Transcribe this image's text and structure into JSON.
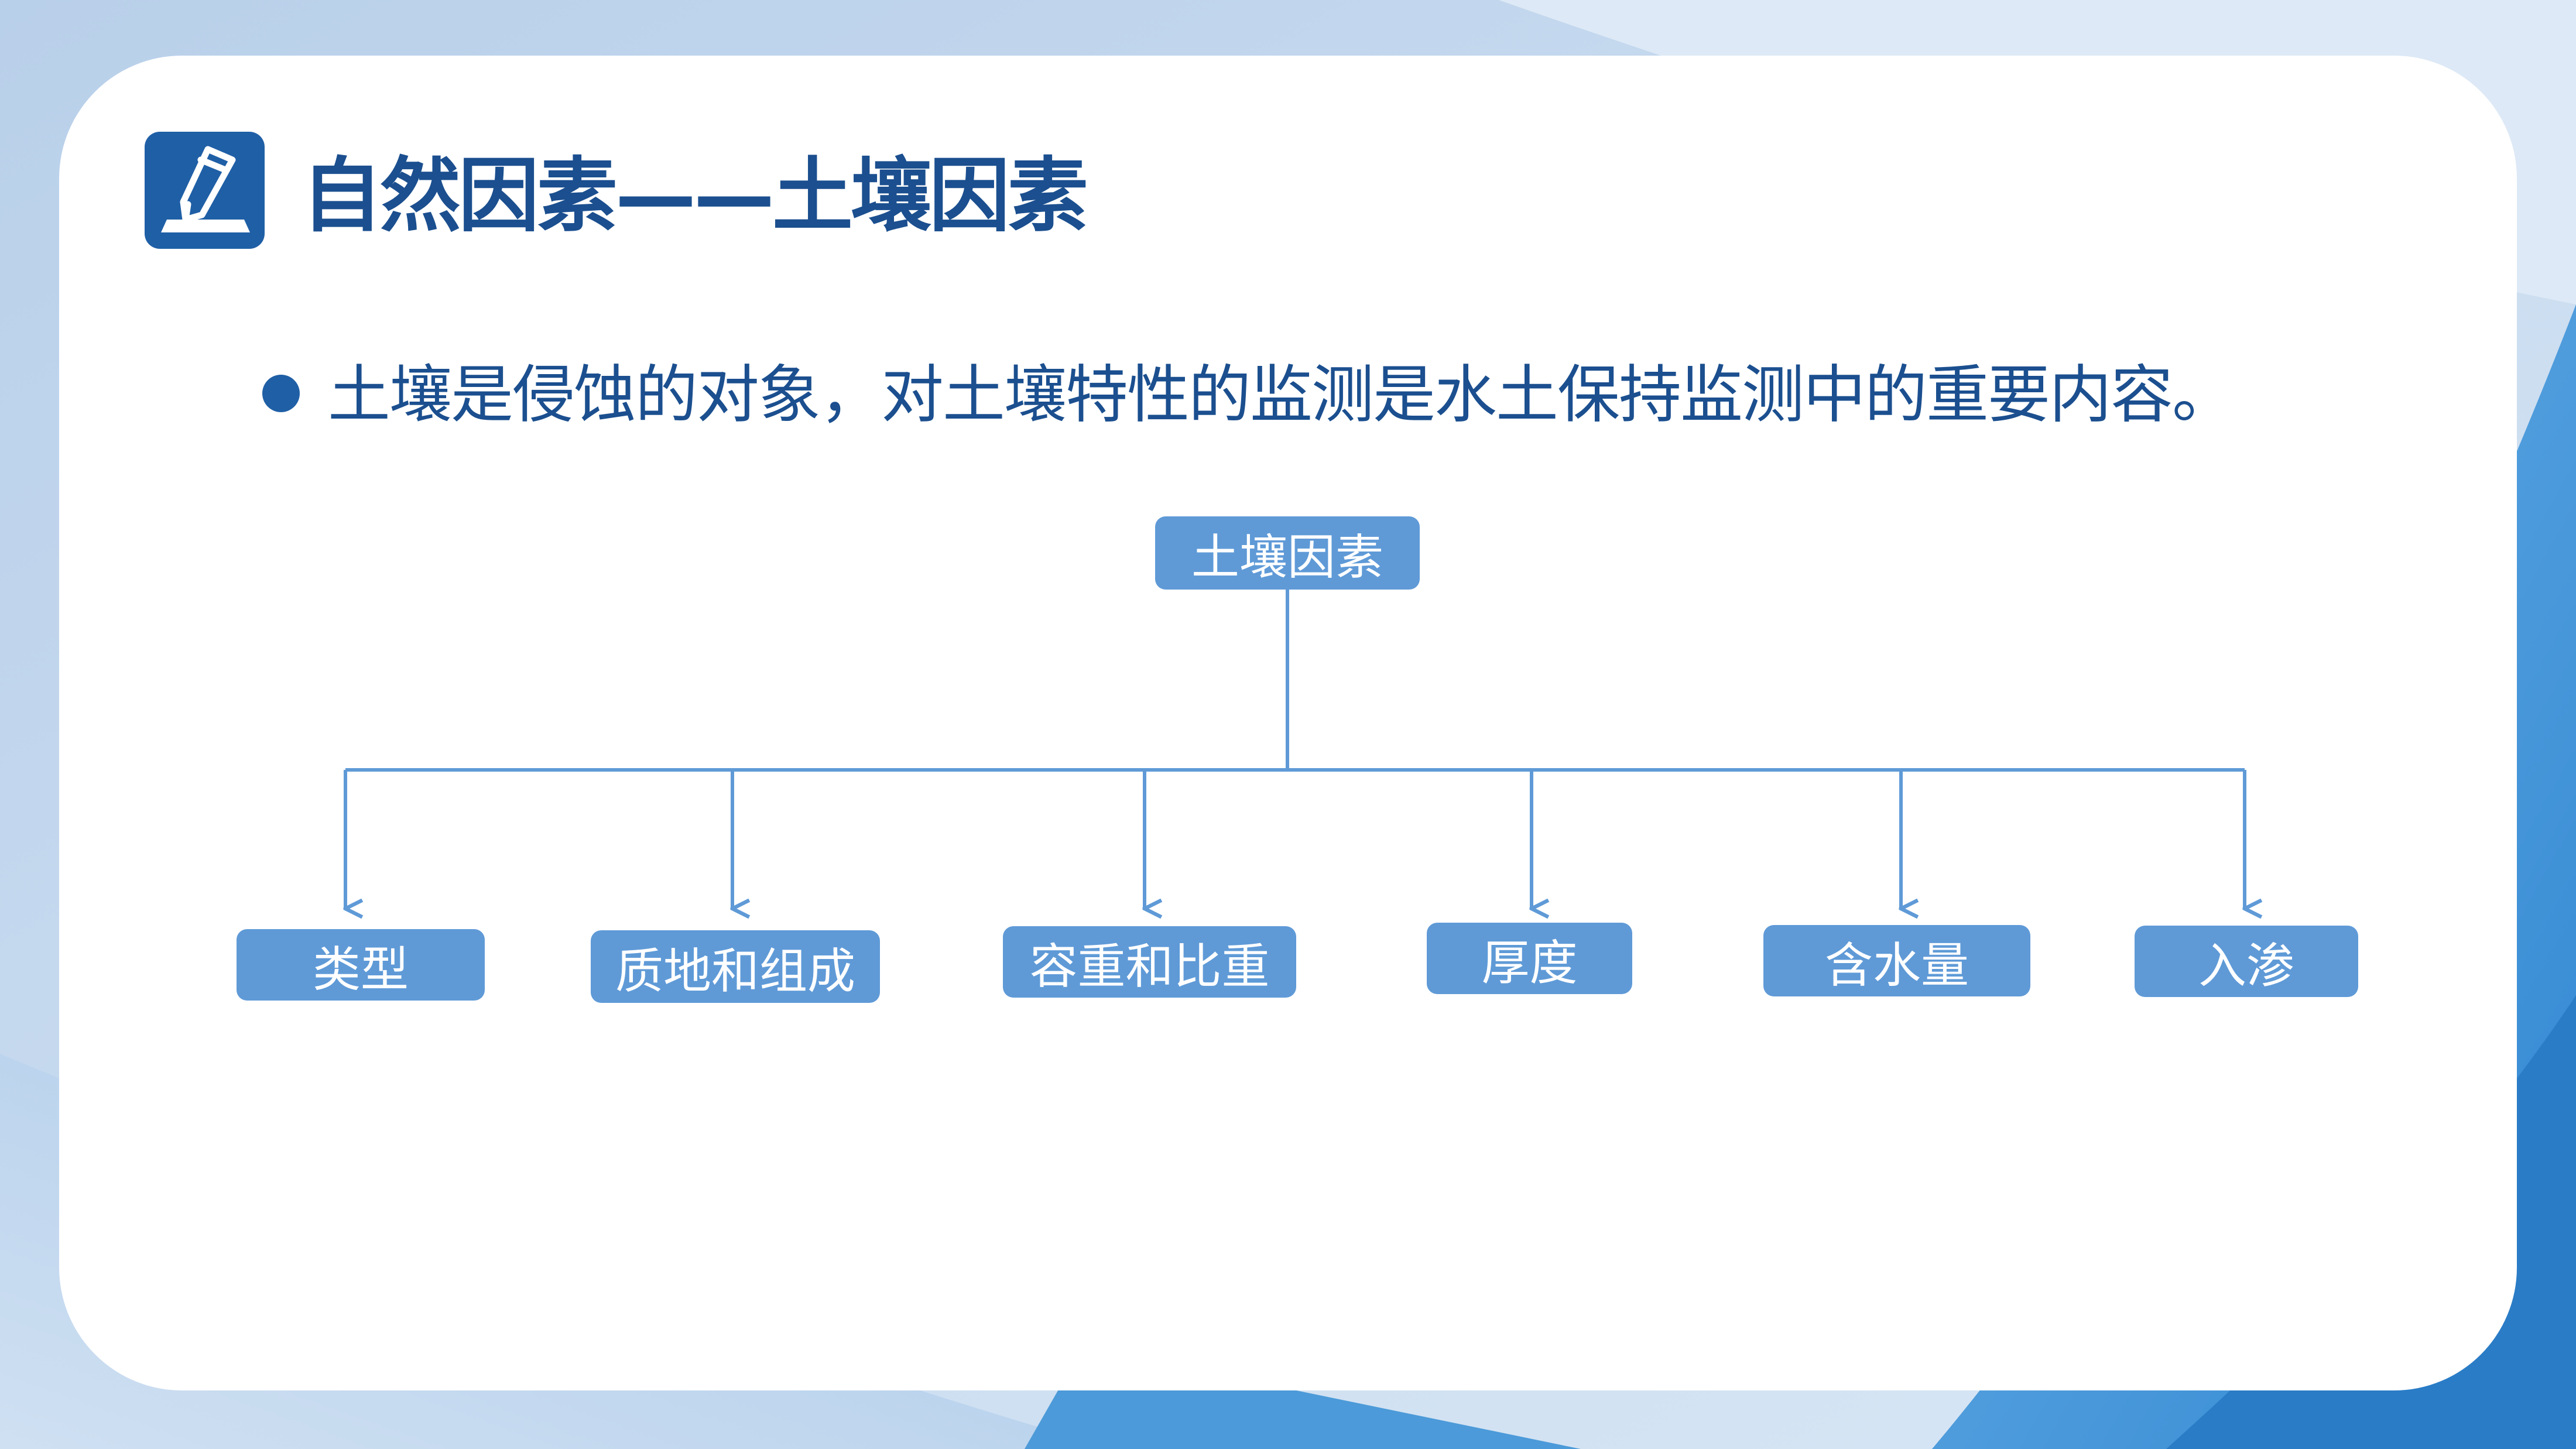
{
  "slide": {
    "title": "自然因素——土壤因素",
    "bullet": "土壤是侵蚀的对象，对土壤特性的监测是水土保持监测中的重要内容。"
  },
  "icons": {
    "title_icon": "pencil-document-icon",
    "bullet_icon": "bullet-dot-icon"
  },
  "colors": {
    "title_text": "#1b4f8f",
    "accent": "#1f5fa6",
    "node_fill": "#5f9ad7",
    "connector": "#5f9ad7",
    "card": "#ffffff",
    "background_light": "#c8dcf0",
    "background_blue": "#3b8fd6"
  },
  "diagram": {
    "root": {
      "label": "土壤因素"
    },
    "children": [
      {
        "label": "类型"
      },
      {
        "label": "质地和组成"
      },
      {
        "label": "容重和比重"
      },
      {
        "label": "厚度"
      },
      {
        "label": "含水量"
      },
      {
        "label": "入渗"
      }
    ]
  }
}
